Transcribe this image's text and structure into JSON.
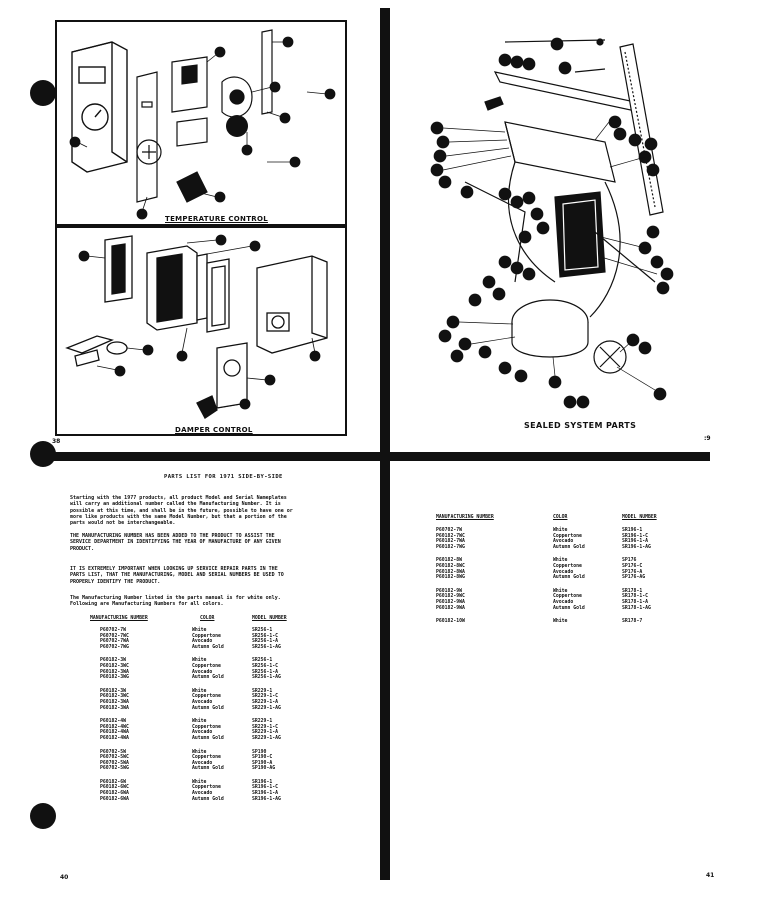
{
  "page": {
    "left_page_number": "40",
    "right_top_page_number": ":9",
    "right_bottom_page_number": "41",
    "left_top_page_number": "38"
  },
  "figures": {
    "temperature_control": {
      "caption": "TEMPERATURE CONTROL"
    },
    "damper_control": {
      "caption": "DAMPER CONTROL"
    },
    "sealed_system": {
      "caption": "SEALED SYSTEM PARTS"
    }
  },
  "parts_list": {
    "title": "PARTS LIST FOR 1971 SIDE-BY-SIDE",
    "paragraphs": [
      "Starting with the 1977 products, all product Model and Serial Nameplates\nwill carry an additional number called the Manufacturing Number. It is\npossible at this time, and shall be in the future, possible to have one or\nmore like products with the same Model Number, but that a portion of the\nparts would not be interchangeable.",
      "THE MANUFACTURING NUMBER HAS BEEN ADDED TO THE PRODUCT TO ASSIST THE\nSERVICE DEPARTMENT IN IDENTIFYING THE YEAR OF MANUFACTURE OF ANY GIVEN\nPRODUCT.",
      "IT IS EXTREMELY IMPORTANT WHEN LOOKING UP SERVICE REPAIR PARTS IN THE\nPARTS LIST, THAT THE MANUFACTURING, MODEL AND SERIAL NUMBERS BE USED TO\nPROPERLY IDENTIFY THE PRODUCT.",
      "The Manufacturing Number listed in the parts manual is for white only.\nFollowing are Manufacturing Numbers for all colors."
    ],
    "headers": {
      "mfg": "MANUFACTURING NUMBER",
      "color": "COLOR",
      "model": "MODEL NUMBER"
    },
    "left_groups": [
      {
        "mfg": [
          "P60702-7W",
          "P60702-7WC",
          "P60702-7WA",
          "P60702-7WG"
        ],
        "color": [
          "White",
          "Coppertone",
          "Avocado",
          "Autumn Gold"
        ],
        "model": [
          "SR256-1",
          "SR256-1-C",
          "SR256-1-A",
          "SR256-1-AG"
        ]
      },
      {
        "mfg": [
          "P60182-3W",
          "P60182-3WC",
          "P60182-3WA",
          "P60182-3WG"
        ],
        "color": [
          "White",
          "Coppertone",
          "Avocado",
          "Autumn Gold"
        ],
        "model": [
          "SR256-1",
          "SR256-1-C",
          "SR256-1-A",
          "SR256-1-AG"
        ]
      },
      {
        "mfg": [
          "P60182-3W",
          "P60182-3WC",
          "P60182-3WA",
          "P60182-3WA"
        ],
        "color": [
          "White",
          "Coppertone",
          "Avocado",
          "Autumn Gold"
        ],
        "model": [
          "SR229-1",
          "SR229-1-C",
          "SR229-1-A",
          "SR229-1-AG"
        ]
      },
      {
        "mfg": [
          "P60182-4W",
          "P60182-4WC",
          "P60182-4WA",
          "P60182-4WA"
        ],
        "color": [
          "White",
          "Coppertone",
          "Avocado",
          "Autumn Gold"
        ],
        "model": [
          "SR229-1",
          "SR229-1-C",
          "SR229-1-A",
          "SR229-1-AG"
        ]
      },
      {
        "mfg": [
          "P60702-5W",
          "P60702-5WC",
          "P60702-5WA",
          "P60702-5WG"
        ],
        "color": [
          "White",
          "Coppertone",
          "Avocado",
          "Autumn Gold"
        ],
        "model": [
          "SP190",
          "SP190-C",
          "SP190-A",
          "SP190-AG"
        ]
      },
      {
        "mfg": [
          "P60182-6W",
          "P60182-6WC",
          "P60182-6WA",
          "P60182-6WA"
        ],
        "color": [
          "White",
          "Coppertone",
          "Avocado",
          "Autumn Gold"
        ],
        "model": [
          "SR196-1",
          "SR196-1-C",
          "SR196-1-A",
          "SR196-1-AG"
        ]
      }
    ],
    "right_groups": [
      {
        "mfg": [
          "P60702-7W",
          "P60182-7WC",
          "P60182-7WA",
          "P60182-7WG"
        ],
        "color": [
          "White",
          "Coppertone",
          "Avocado",
          "Autumn Gold"
        ],
        "model": [
          "SR196-1",
          "SR196-1-C",
          "SR196-1-A",
          "SR196-1-AG"
        ]
      },
      {
        "mfg": [
          "P60182-8W",
          "P60182-8WC",
          "P60182-8WA",
          "P60182-8WG"
        ],
        "color": [
          "White",
          "Coppertone",
          "Avocado",
          "Autumn Gold"
        ],
        "model": [
          "SP176",
          "SP176-C",
          "SP176-A",
          "SP176-AG"
        ]
      },
      {
        "mfg": [
          "P60182-9W",
          "P60182-9WC",
          "P60182-9WA",
          "P60182-9WA"
        ],
        "color": [
          "White",
          "Coppertone",
          "Avocado",
          "Autumn Gold"
        ],
        "model": [
          "SR178-1",
          "SR178-1-C",
          "SR178-1-A",
          "SR178-1-AG"
        ]
      },
      {
        "mfg": [
          "P60182-10W"
        ],
        "color": [
          "White"
        ],
        "model": [
          "SR178-7"
        ]
      }
    ]
  }
}
